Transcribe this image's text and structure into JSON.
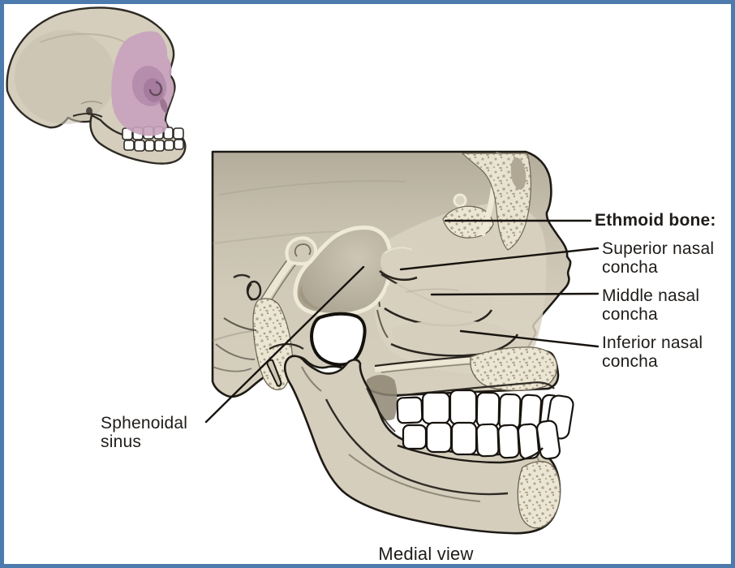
{
  "figure": {
    "caption": "Medial view",
    "labels": {
      "ethmoid_bone": "Ethmoid bone:",
      "superior_nasal_concha": "Superior nasal concha",
      "middle_nasal_concha": "Middle nasal concha",
      "inferior_nasal_concha": "Inferior nasal concha",
      "sphenoidal_sinus": "Sphenoidal sinus"
    },
    "colors": {
      "frame_border": "#4d7bad",
      "bone": "#d5cebd",
      "bone_shadow": "#b3ac9b",
      "cream_highlight": "#ece6d4",
      "ethmoid_highlight_pink": "#c8a2bc",
      "outline": "#1e1a15",
      "teeth": "#ffffff",
      "label_text": "#1f1c19",
      "background": "#ffffff"
    }
  }
}
